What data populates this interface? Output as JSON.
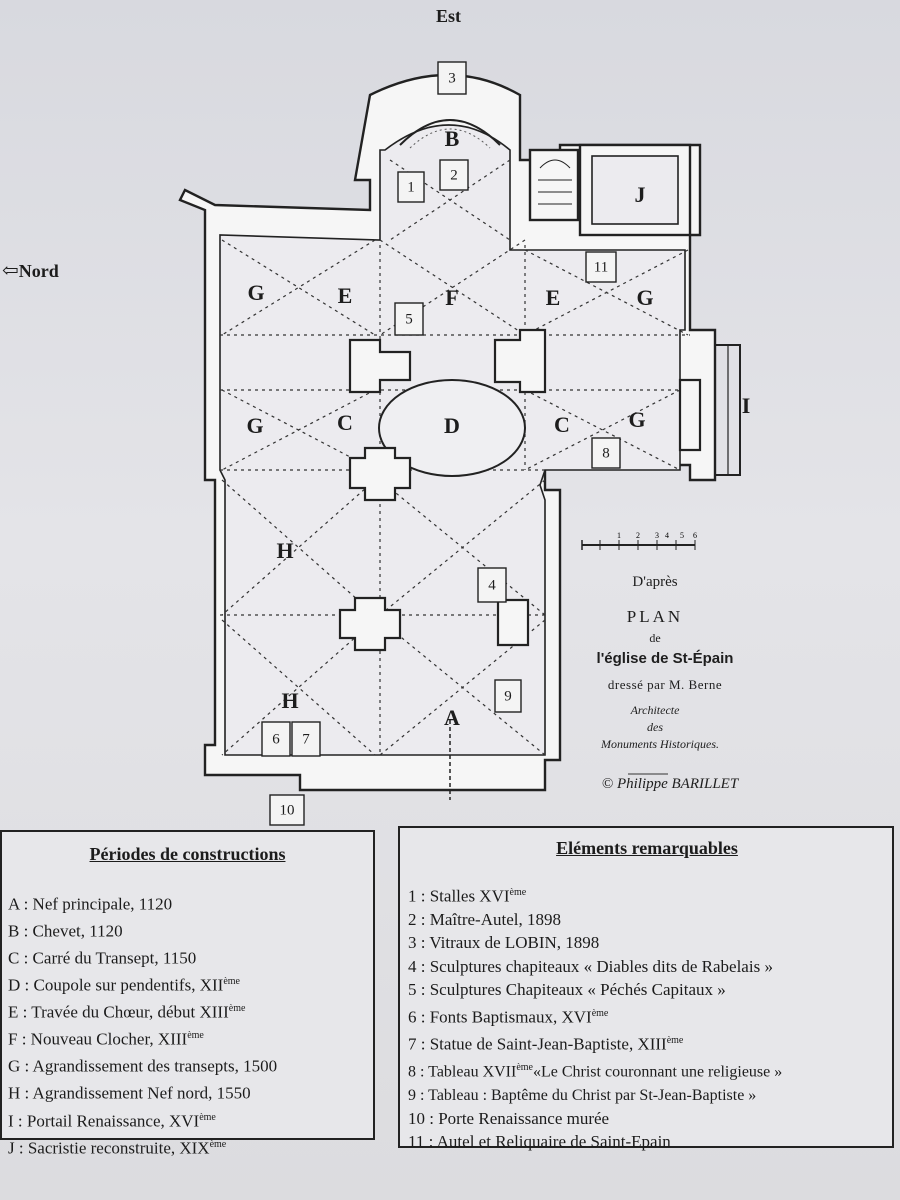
{
  "compass": {
    "east": "Est",
    "north": "Nord"
  },
  "zones": [
    "A",
    "B",
    "C",
    "C",
    "D",
    "E",
    "E",
    "F",
    "G",
    "G",
    "G",
    "G",
    "H",
    "H",
    "I",
    "J"
  ],
  "markers": [
    "1",
    "2",
    "3",
    "4",
    "5",
    "6",
    "7",
    "8",
    "9",
    "10",
    "11"
  ],
  "caption": {
    "source": "D'après",
    "title": "PLAN",
    "de": "de",
    "church": "l'église de St-Épain",
    "drawn_by": "dressé par M. Berne",
    "role1": "Architecte",
    "role2": "des",
    "role3": "Monuments Historiques.",
    "copyright": "© Philippe BARILLET",
    "scale_ticks": [
      "1",
      "2",
      "3",
      "4",
      "5",
      "6"
    ]
  },
  "periods": {
    "title": "Périodes de constructions",
    "items": [
      {
        "text": "A : Nef principale, 1120",
        "sup": ""
      },
      {
        "text": "B : Chevet, 1120",
        "sup": ""
      },
      {
        "text": "C : Carré du Transept, 1150",
        "sup": ""
      },
      {
        "text": "D : Coupole sur pendentifs, XII",
        "sup": "ème"
      },
      {
        "text": "E : Travée du Chœur, début XIII",
        "sup": "ème"
      },
      {
        "text": "F : Nouveau Clocher, XIII",
        "sup": "ème"
      },
      {
        "text": "G : Agrandissement des transepts, 1500",
        "sup": ""
      },
      {
        "text": "H : Agrandissement Nef nord, 1550",
        "sup": ""
      },
      {
        "text": "I : Portail Renaissance, XVI",
        "sup": "ème"
      },
      {
        "text": "J : Sacristie reconstruite, XIX",
        "sup": "ème"
      }
    ]
  },
  "elements": {
    "title": "Eléments remarquables",
    "items": [
      {
        "text": "1 : Stalles XVI",
        "sup": "ème",
        "rest": ""
      },
      {
        "text": "2 : Maître-Autel, 1898",
        "sup": "",
        "rest": ""
      },
      {
        "text": "3 : Vitraux de LOBIN, 1898",
        "sup": "",
        "rest": ""
      },
      {
        "text": "4 : Sculptures chapiteaux « Diables dits de Rabelais »",
        "sup": "",
        "rest": ""
      },
      {
        "text": "5 : Sculptures Chapiteaux « Péchés Capitaux »",
        "sup": "",
        "rest": ""
      },
      {
        "text": "6 : Fonts Baptismaux, XVI",
        "sup": "ème",
        "rest": ""
      },
      {
        "text": "7 : Statue de Saint-Jean-Baptiste, XIII",
        "sup": "ème",
        "rest": ""
      },
      {
        "text": "8 : Tableau XVII",
        "sup": "ème",
        "rest": "«Le Christ couronnant une religieuse »"
      },
      {
        "text": "9 : Tableau : Baptême du Christ par St-Jean-Baptiste »",
        "sup": "",
        "rest": ""
      },
      {
        "text": "10 : Porte Renaissance murée",
        "sup": "",
        "rest": ""
      },
      {
        "text": "11 : Autel et Reliquaire de Saint-Epain",
        "sup": "",
        "rest": ""
      }
    ]
  }
}
